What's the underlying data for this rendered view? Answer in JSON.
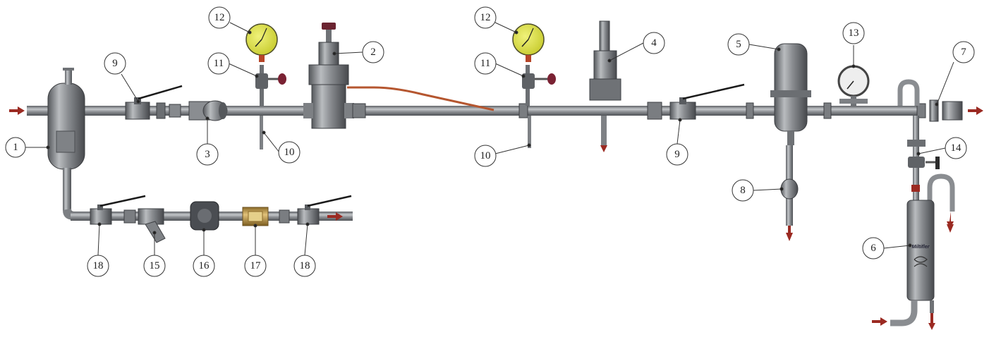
{
  "callouts": [
    {
      "id": "c1",
      "text": "1"
    },
    {
      "id": "c2",
      "text": "2"
    },
    {
      "id": "c3",
      "text": "3"
    },
    {
      "id": "c4",
      "text": "4"
    },
    {
      "id": "c5",
      "text": "5"
    },
    {
      "id": "c6",
      "text": "6"
    },
    {
      "id": "c7",
      "text": "7"
    },
    {
      "id": "c8",
      "text": "8"
    },
    {
      "id": "c9a",
      "text": "9"
    },
    {
      "id": "c9b",
      "text": "9"
    },
    {
      "id": "c10a",
      "text": "10"
    },
    {
      "id": "c10b",
      "text": "10"
    },
    {
      "id": "c11a",
      "text": "11"
    },
    {
      "id": "c11b",
      "text": "11"
    },
    {
      "id": "c12a",
      "text": "12"
    },
    {
      "id": "c12b",
      "text": "12"
    },
    {
      "id": "c13",
      "text": "13"
    },
    {
      "id": "c14",
      "text": "14"
    },
    {
      "id": "c15",
      "text": "15"
    },
    {
      "id": "c16",
      "text": "16"
    },
    {
      "id": "c17",
      "text": "17"
    },
    {
      "id": "c18a",
      "text": "18"
    },
    {
      "id": "c18b",
      "text": "18"
    }
  ],
  "cooler_brand": "Miltifler",
  "colors": {
    "pipe": "#8d9094",
    "pipe_dark": "#5c5f63",
    "gauge_face": "#d8dc3a",
    "handle": "#7a2233",
    "flow_arrow": "#9b2a22",
    "brass": "#c39a46",
    "copper": "#b5562f"
  }
}
